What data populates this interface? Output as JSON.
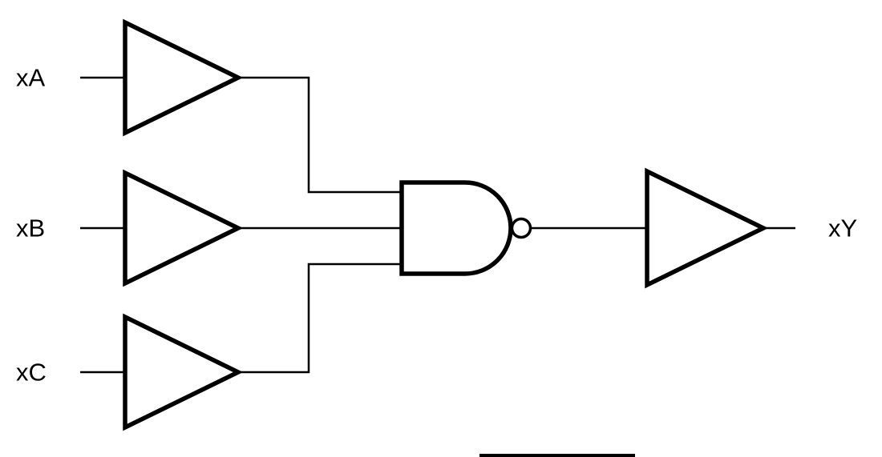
{
  "diagram": {
    "kind": "logic-circuit",
    "inputs": [
      {
        "label": "xA"
      },
      {
        "label": "xB"
      },
      {
        "label": "xC"
      }
    ],
    "output": {
      "label": "xY"
    },
    "gates": [
      {
        "name": "input-buffer-a",
        "type": "buffer"
      },
      {
        "name": "input-buffer-b",
        "type": "buffer"
      },
      {
        "name": "input-buffer-c",
        "type": "buffer"
      },
      {
        "name": "nand-gate",
        "type": "3-input-nand"
      },
      {
        "name": "output-buffer",
        "type": "buffer"
      }
    ],
    "colors": {
      "stroke": "#000000",
      "background": "#ffffff"
    }
  }
}
